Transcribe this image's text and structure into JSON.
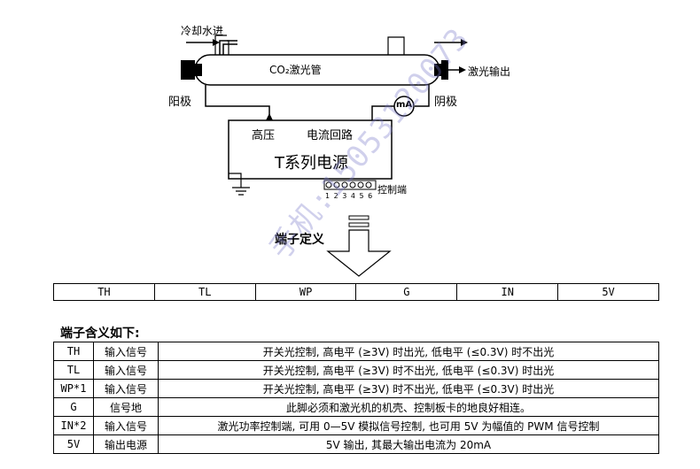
{
  "diagram": {
    "cooling_water_in": "冷却水进",
    "tube_label": "CO₂激光管",
    "laser_out": "激光输出",
    "anode": "阳极",
    "cathode": "阴极",
    "ammeter": "mA",
    "high_voltage": "高压",
    "current_loop": "电流回路",
    "power_supply": "T系列电源",
    "control_terminal": "控制端",
    "terminal_numbers": "1 2 3 4 5 6",
    "terminal_definition": "端子定义",
    "watermark": "手机:15053120073"
  },
  "terminal_row": [
    "TH",
    "TL",
    "WP",
    "G",
    "IN",
    "5V"
  ],
  "meaning_title": "端子含义如下:",
  "meaning_rows": [
    {
      "pin": "TH",
      "type": "输入信号",
      "desc": "开关光控制, 高电平 (≥3V) 时出光, 低电平 (≤0.3V) 时不出光"
    },
    {
      "pin": "TL",
      "type": "输入信号",
      "desc": "开关光控制, 高电平 (≥3V) 时不出光, 低电平 (≤0.3V) 时出光"
    },
    {
      "pin": "WP*1",
      "type": "输入信号",
      "desc": "开关光控制, 高电平 (≥3V) 时不出光, 低电平 (≤0.3V) 时出光"
    },
    {
      "pin": "G",
      "type": "信号地",
      "desc": "此脚必须和激光机的机壳、控制板卡的地良好相连。"
    },
    {
      "pin": "IN*2",
      "type": "输入信号",
      "desc": "激光功率控制端, 可用 0—5V 模拟信号控制, 也可用 5V 为幅值的 PWM 信号控制"
    },
    {
      "pin": "5V",
      "type": "输出电源",
      "desc": "5V 输出, 其最大输出电流为 20mA"
    }
  ]
}
